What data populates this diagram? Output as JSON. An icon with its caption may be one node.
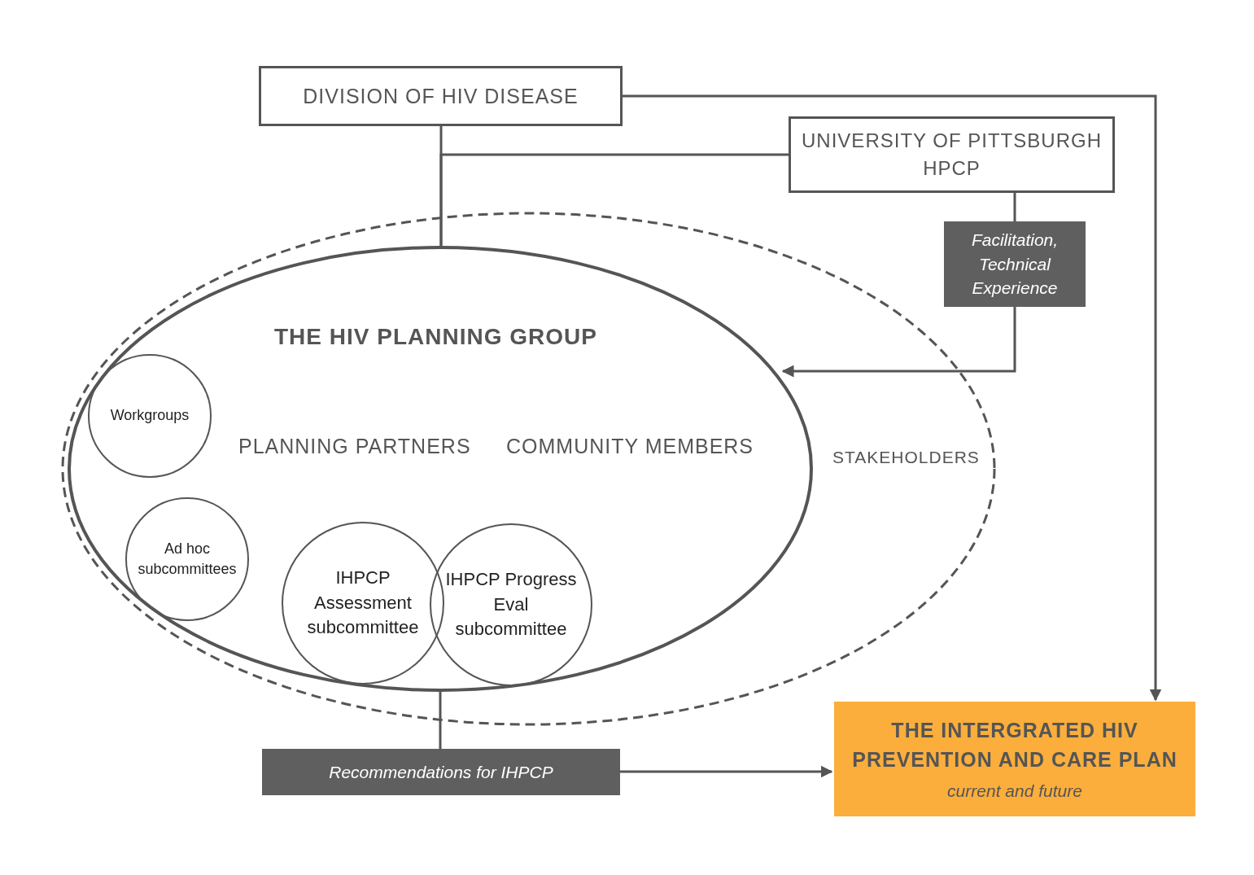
{
  "diagram": {
    "nodes": [
      {
        "text": [
          "DIVISION OF HIV DISEASE"
        ]
      },
      {
        "text": [
          "UNIVERSITY OF PITTSBURGH HPCP"
        ]
      },
      {
        "text": [
          "Facilitation, Technical Experience"
        ]
      },
      {
        "text": [
          "STAKEHOLDERS"
        ]
      },
      {
        "text": [
          "THE HIV PLANNING GROUP",
          "PLANNING PARTNERS",
          "COMMUNITY MEMBERS"
        ],
        "in": 3
      },
      {
        "text": [
          "Workgroups"
        ],
        "in": 4
      },
      {
        "text": [
          "Ad hoc subcommittees"
        ],
        "in": 4
      },
      {
        "text": [
          "IHPCP Assessment subcommittee"
        ],
        "in": 4
      },
      {
        "text": [
          "IHPCP Progress Eval subcommittee"
        ],
        "in": 4
      },
      {
        "text": [
          "Recommendations for IHPCP"
        ]
      },
      {
        "text": [
          "THE INTERGRATED HIV PREVENTION AND CARE PLAN",
          "current and future"
        ]
      }
    ],
    "edges": [
      {
        "from": 0,
        "to": 4,
        "arrow": "none"
      },
      {
        "from": 1,
        "to": 4,
        "arrow": "none"
      },
      {
        "from": 0,
        "to": 10,
        "arrow": "to"
      },
      {
        "from": 1,
        "to": 2,
        "arrow": "none"
      },
      {
        "from": 2,
        "to": 4,
        "arrow": "to"
      },
      {
        "from": 4,
        "to": 9,
        "arrow": "none"
      },
      {
        "from": 9,
        "to": 10,
        "arrow": "to"
      }
    ]
  }
}
